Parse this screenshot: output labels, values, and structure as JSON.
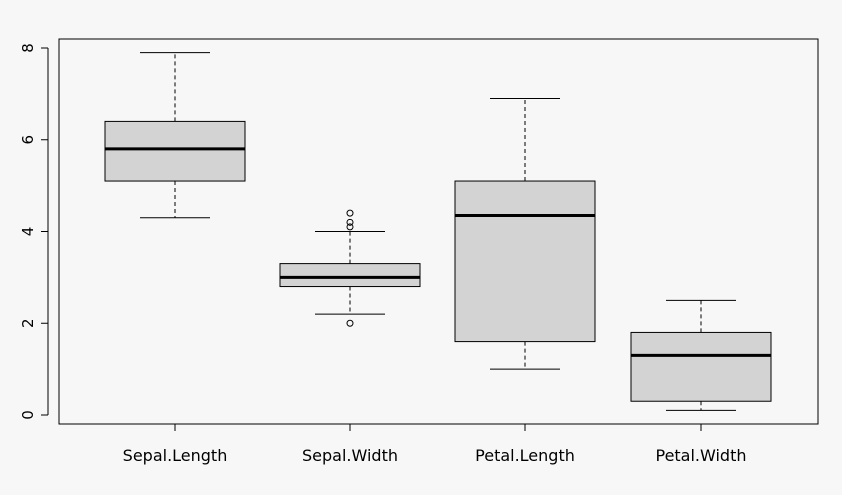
{
  "chart_data": {
    "type": "boxplot",
    "title": "",
    "xlabel": "",
    "ylabel": "",
    "ylim": [
      0,
      8
    ],
    "yticks": [
      "0",
      "2",
      "4",
      "6",
      "8"
    ],
    "grid": false,
    "legend": "none",
    "box_fill": "#d3d3d3",
    "background": "#f7f7f7",
    "categories": [
      "Sepal.Length",
      "Sepal.Width",
      "Petal.Length",
      "Petal.Width"
    ],
    "boxes": [
      {
        "label": "Sepal.Length",
        "whisker_low": 4.3,
        "q1": 5.1,
        "median": 5.8,
        "q3": 6.4,
        "whisker_high": 7.9,
        "outliers": []
      },
      {
        "label": "Sepal.Width",
        "whisker_low": 2.2,
        "q1": 2.8,
        "median": 3.0,
        "q3": 3.3,
        "whisker_high": 4.0,
        "outliers": [
          2.0,
          4.1,
          4.2,
          4.4
        ]
      },
      {
        "label": "Petal.Length",
        "whisker_low": 1.0,
        "q1": 1.6,
        "median": 4.35,
        "q3": 5.1,
        "whisker_high": 6.9,
        "outliers": []
      },
      {
        "label": "Petal.Width",
        "whisker_low": 0.1,
        "q1": 0.3,
        "median": 1.3,
        "q3": 1.8,
        "whisker_high": 2.5,
        "outliers": []
      }
    ]
  }
}
